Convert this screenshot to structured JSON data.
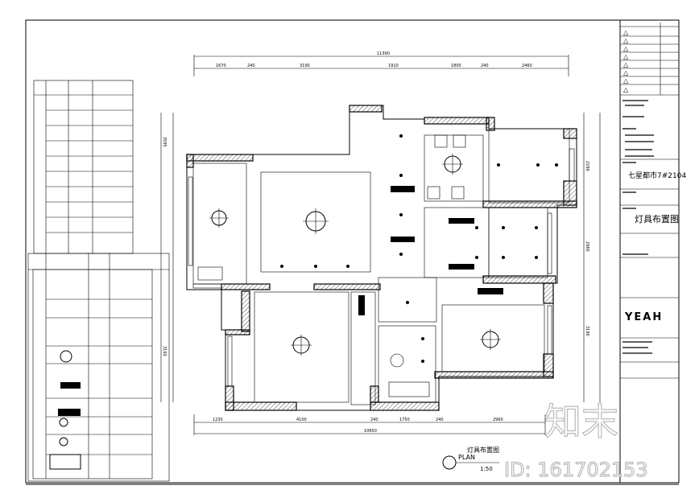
{
  "drawing": {
    "title": "灯具布置图",
    "plan_label": "PLAN",
    "scale": "1:50"
  },
  "title_block": {
    "project": "七星都市7#2104",
    "drawing_name": "灯具布置图",
    "logo": "YEAH",
    "revision_marks": [
      "△",
      "△",
      "△",
      "△",
      "△",
      "△",
      "△",
      "△"
    ]
  },
  "dimensions": {
    "top_total": "11390",
    "top": [
      "1670",
      "240",
      "3190",
      "1910",
      "1800",
      "240",
      "2460"
    ],
    "bottom_total": "10650",
    "bottom": [
      "1230",
      "4100",
      "240",
      "1750",
      "240",
      "2960"
    ],
    "right": [
      "2290",
      "2960",
      "3190"
    ],
    "left": [
      "3595",
      "3160"
    ]
  },
  "watermark": {
    "brand": "知末",
    "id": "ID: 161702153"
  }
}
